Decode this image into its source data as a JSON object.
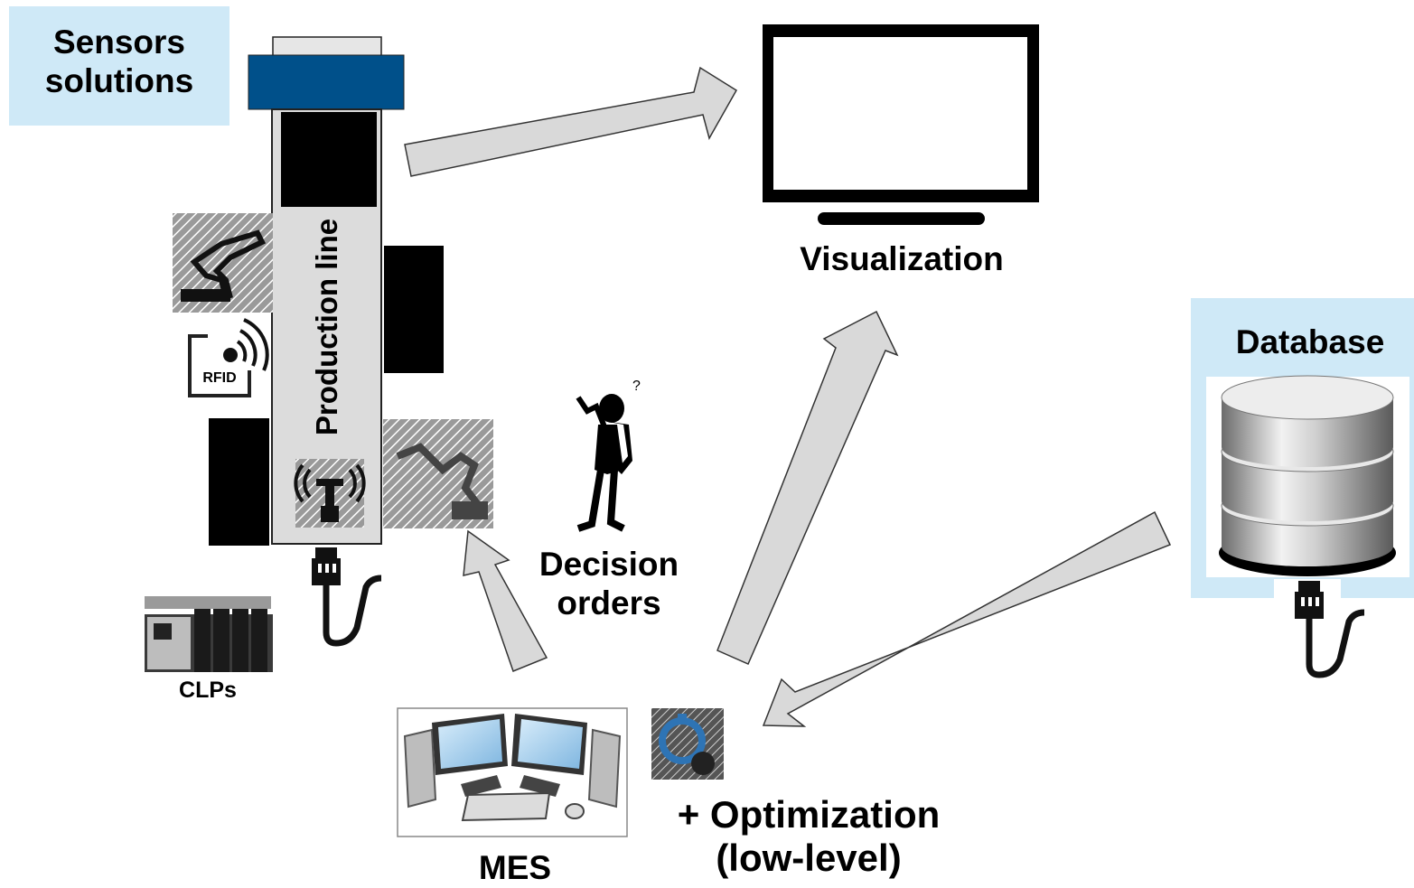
{
  "labels": {
    "sensors": "Sensors solutions",
    "production_line": "Production line",
    "rfid": "RFID",
    "clps": "CLPs",
    "visualization": "Visualization",
    "database": "Database",
    "decision": "Decision orders",
    "optimization": "+ Optimization (low-level)",
    "mes": "MES"
  },
  "colors": {
    "label_bg": "#cfe9f7",
    "conveyor_cap": "#00508a",
    "arrow_fill": "#d9d9d9"
  },
  "icons": [
    "monitor-icon",
    "database-icon",
    "ethernet-cable-icon",
    "rfid-icon",
    "robot-arm-icon",
    "plc-icon",
    "mes-computers-icon",
    "thinking-person-icon",
    "optimization-gear-icon",
    "sensor-antenna-icon"
  ]
}
